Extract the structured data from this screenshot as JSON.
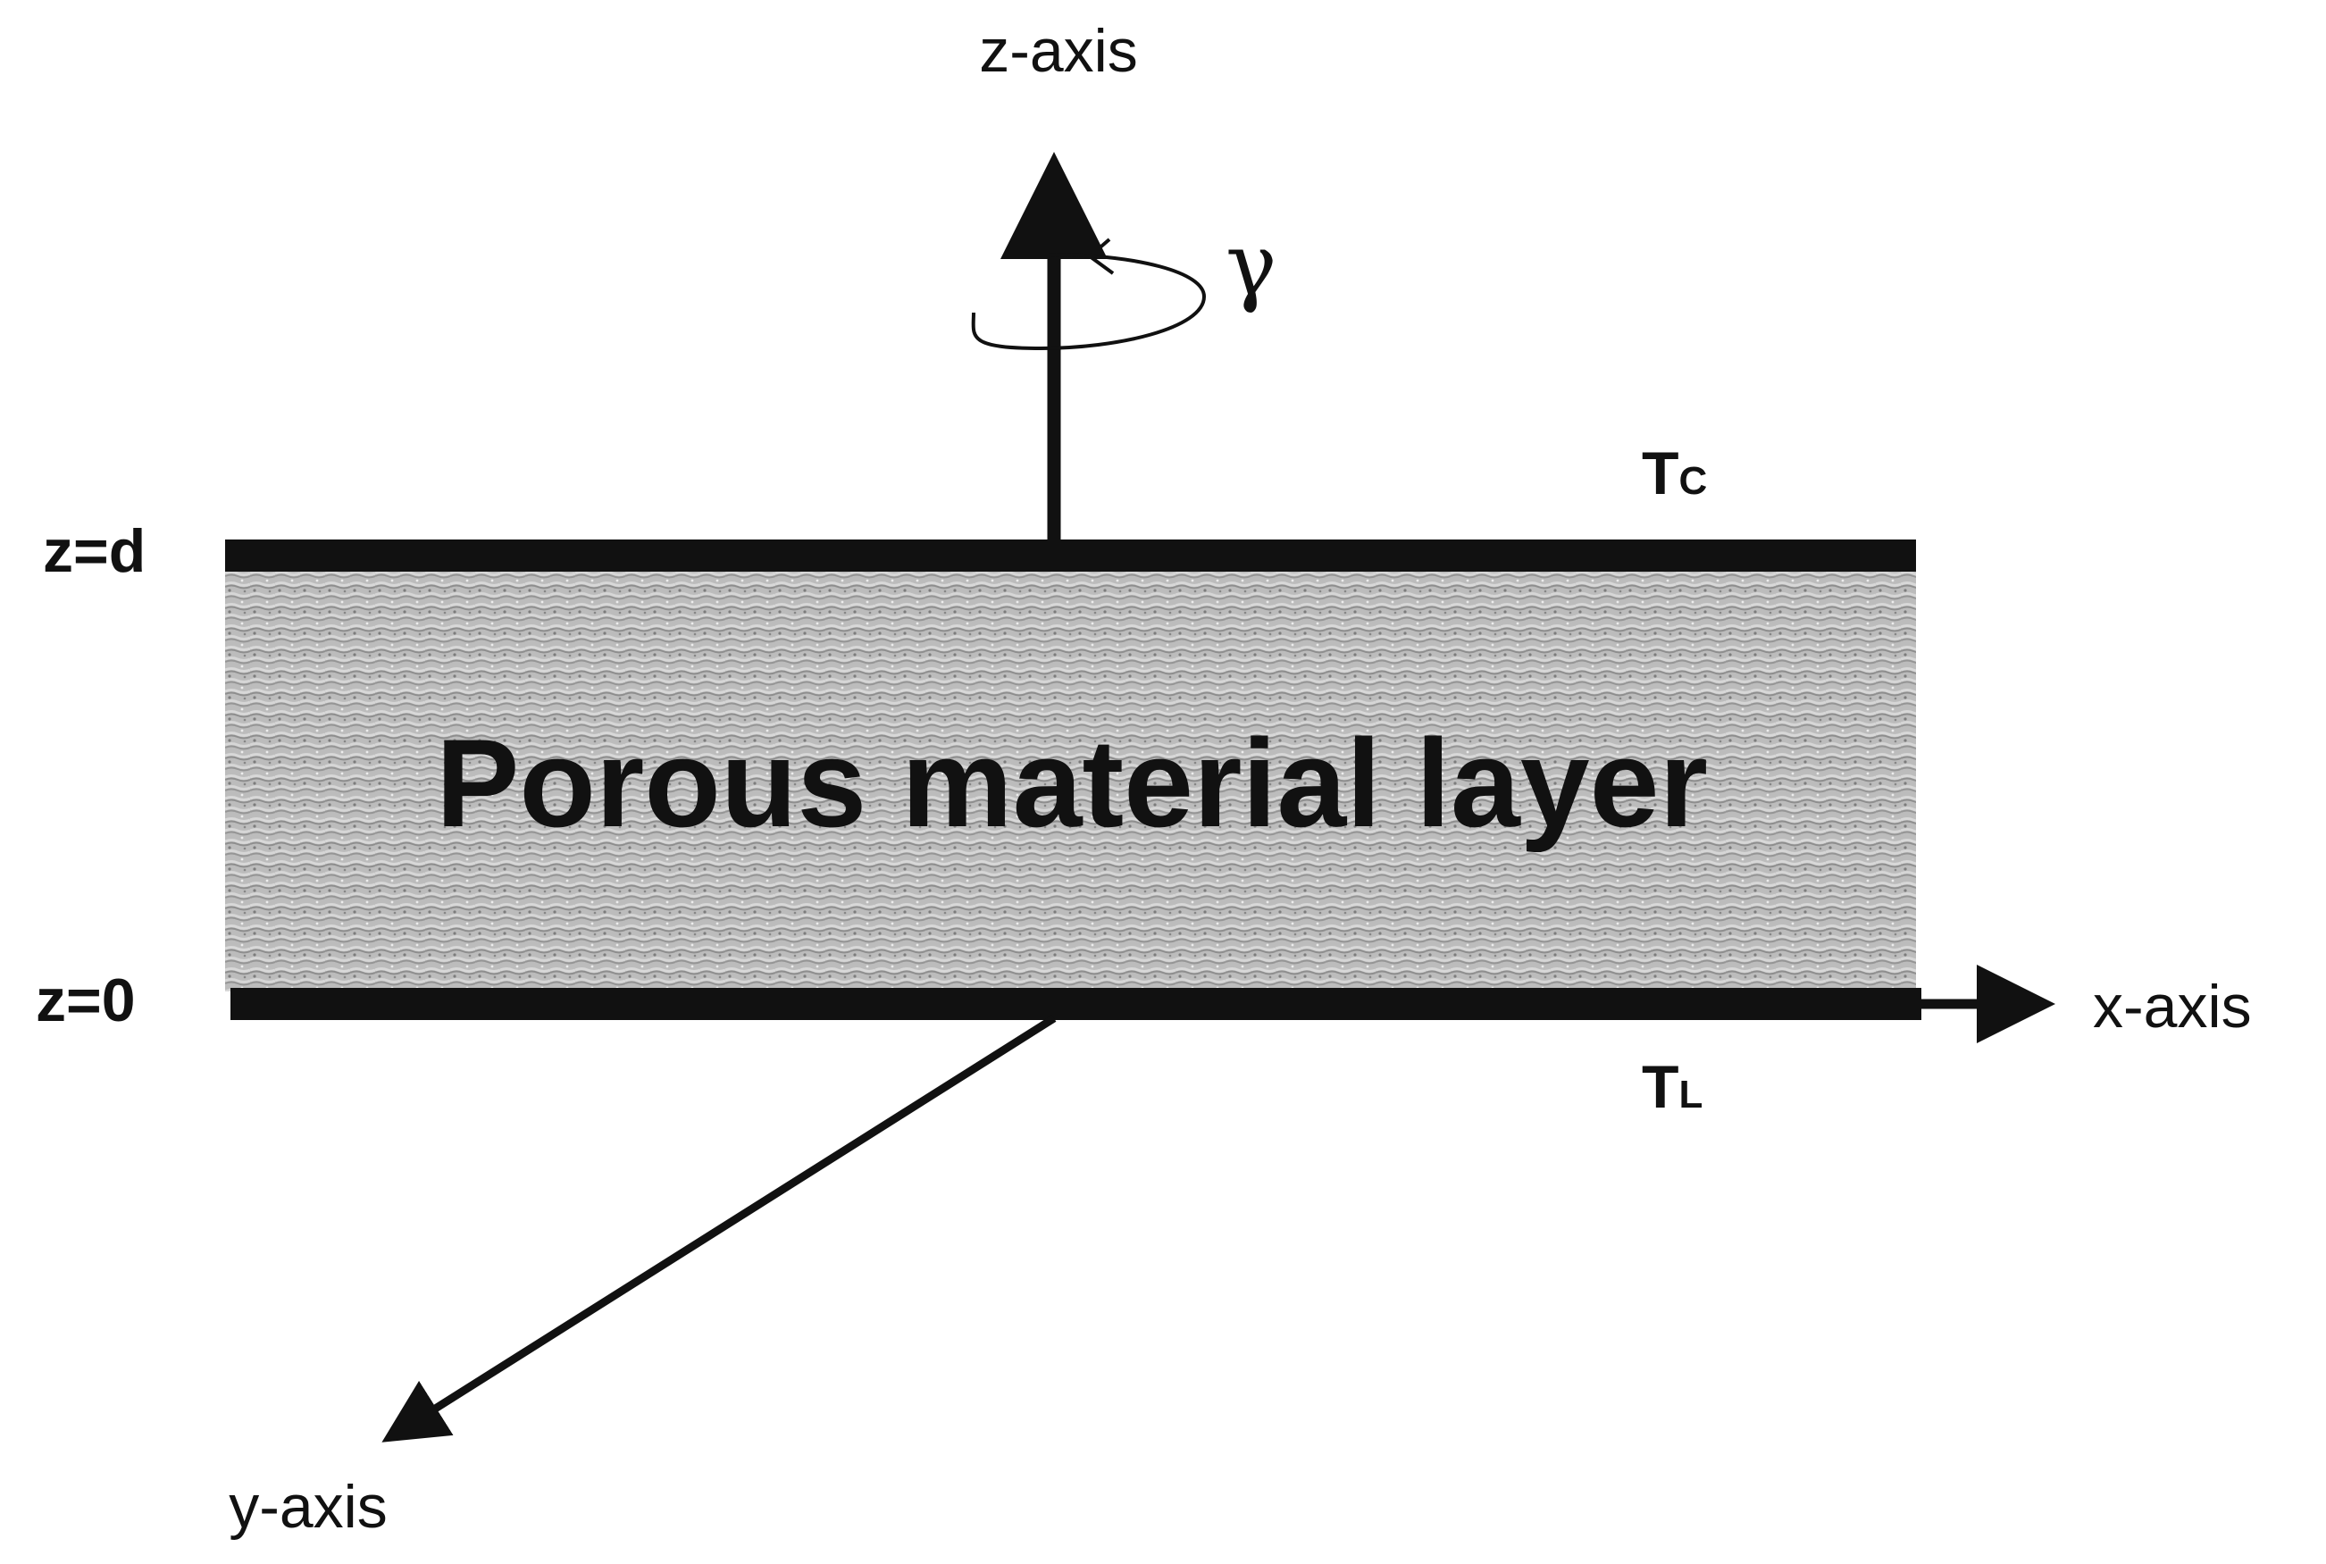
{
  "diagram": {
    "layer_label": "Porous material layer",
    "axes": {
      "z_label": "z-axis",
      "x_label": "x-axis",
      "y_label": "y-axis"
    },
    "boundaries": {
      "top_label": "z=d",
      "bottom_label": "z=0"
    },
    "temperatures": {
      "top_main": "T",
      "top_sub": "C",
      "bottom_main": "T",
      "bottom_sub": "L"
    },
    "rotation_symbol": "γ",
    "colors": {
      "ink": "#111111",
      "layer_fill": "#b9b9b9"
    }
  }
}
